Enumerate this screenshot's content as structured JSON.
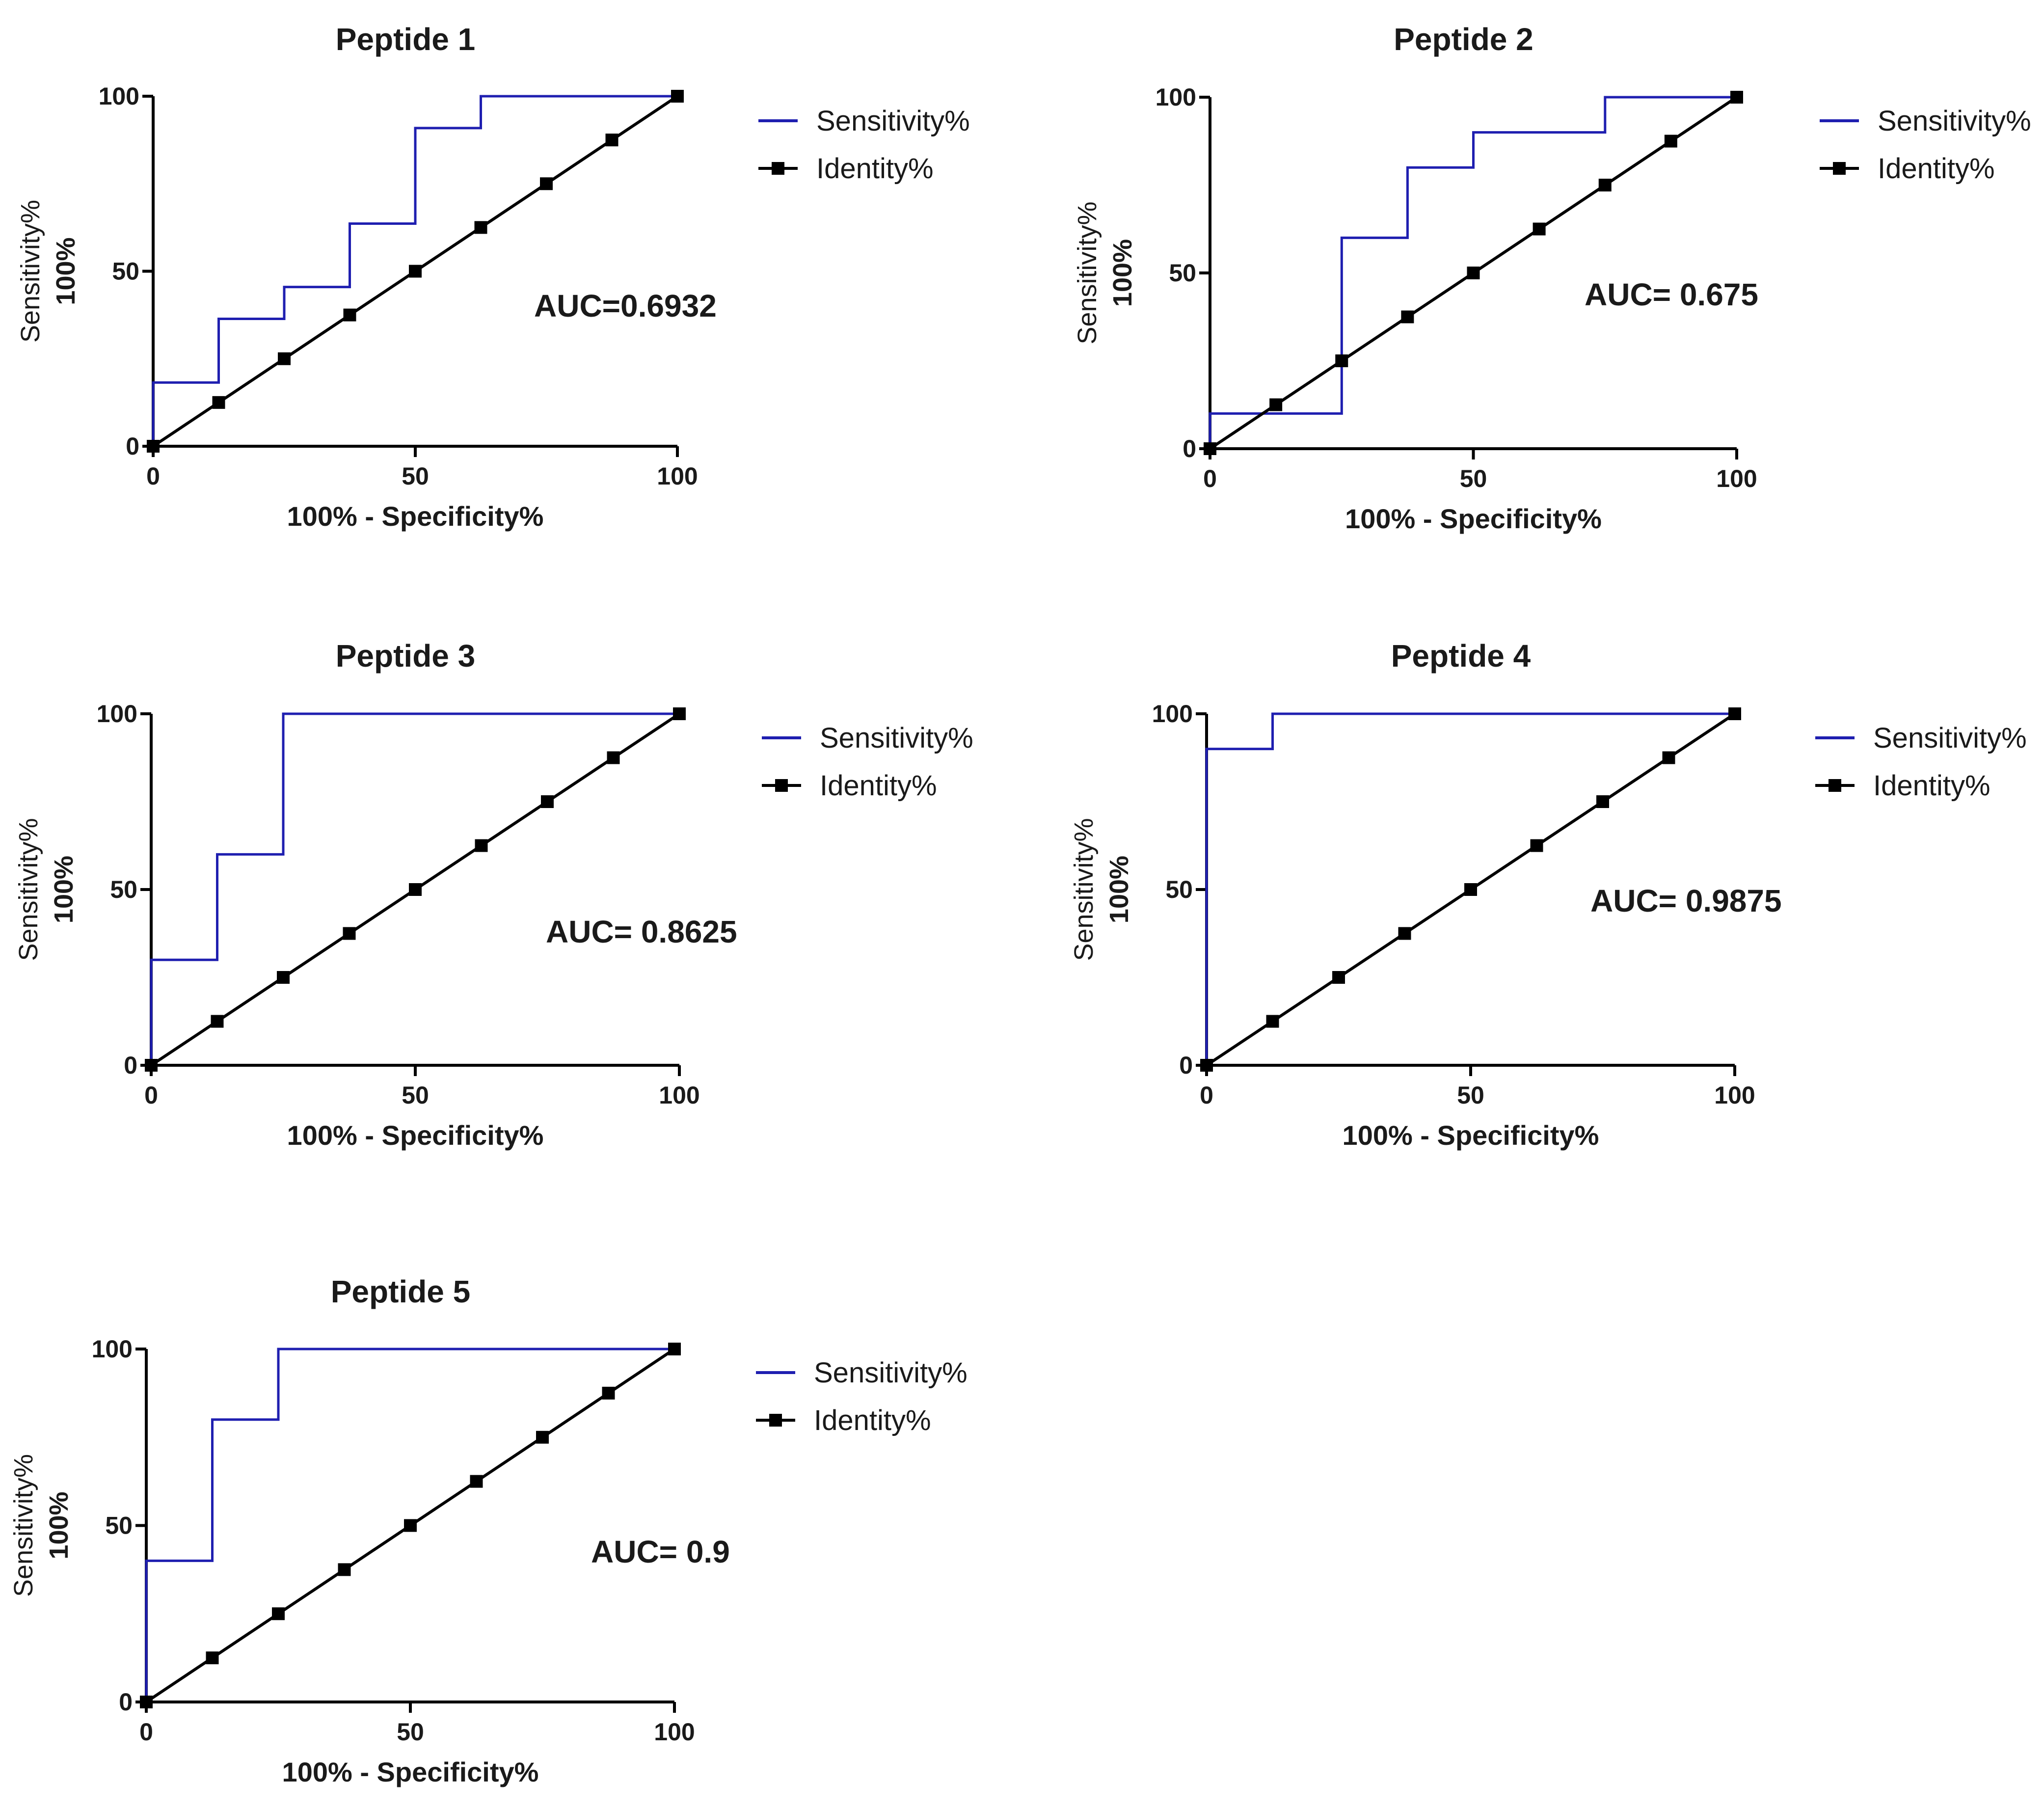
{
  "chart_data": [
    {
      "type": "line",
      "title": "Peptide 1",
      "xlabel": "100% - Specificity%",
      "ylabel": [
        "Sensitivity%",
        "100%"
      ],
      "xlim": [
        0,
        100
      ],
      "ylim": [
        0,
        100
      ],
      "xticks": [
        "0",
        "50",
        "100"
      ],
      "yticks": [
        "0",
        "50",
        "100"
      ],
      "annotation": "AUC=0.6932",
      "legend": [
        "Sensitivity%",
        "Identity%"
      ],
      "legend_position": "right",
      "grid": false,
      "series": [
        {
          "name": "Sensitivity%",
          "color": "#1f1fb0",
          "step": true,
          "x": [
            0,
            0,
            12.5,
            12.5,
            25,
            25,
            37.5,
            37.5,
            50,
            50,
            62.5,
            62.5,
            100
          ],
          "y": [
            0,
            18.2,
            18.2,
            36.4,
            36.4,
            45.5,
            45.5,
            63.6,
            63.6,
            90.9,
            90.9,
            100,
            100
          ]
        },
        {
          "name": "Identity%",
          "color": "#000000",
          "markers": true,
          "x": [
            0,
            12.5,
            25,
            37.5,
            50,
            62.5,
            75,
            87.5,
            100
          ],
          "y": [
            0,
            12.5,
            25,
            37.5,
            50,
            62.5,
            75,
            87.5,
            100
          ]
        }
      ]
    },
    {
      "type": "line",
      "title": "Peptide 2",
      "xlabel": "100% - Specificity%",
      "ylabel": [
        "Sensitivity%",
        "100%"
      ],
      "xlim": [
        0,
        100
      ],
      "ylim": [
        0,
        100
      ],
      "xticks": [
        "0",
        "50",
        "100"
      ],
      "yticks": [
        "0",
        "50",
        "100"
      ],
      "annotation": "AUC= 0.675",
      "legend": [
        "Sensitivity%",
        "Identity%"
      ],
      "legend_position": "right",
      "grid": false,
      "series": [
        {
          "name": "Sensitivity%",
          "color": "#1f1fb0",
          "step": true,
          "x": [
            0,
            0,
            25,
            25,
            37.5,
            37.5,
            50,
            50,
            75,
            75,
            100
          ],
          "y": [
            0,
            10,
            10,
            60,
            60,
            80,
            80,
            90,
            90,
            100,
            100
          ]
        },
        {
          "name": "Identity%",
          "color": "#000000",
          "markers": true,
          "x": [
            0,
            12.5,
            25,
            37.5,
            50,
            62.5,
            75,
            87.5,
            100
          ],
          "y": [
            0,
            12.5,
            25,
            37.5,
            50,
            62.5,
            75,
            87.5,
            100
          ]
        }
      ]
    },
    {
      "type": "line",
      "title": "Peptide 3",
      "xlabel": "100% - Specificity%",
      "ylabel": [
        "Sensitivity%",
        "100%"
      ],
      "xlim": [
        0,
        100
      ],
      "ylim": [
        0,
        100
      ],
      "xticks": [
        "0",
        "50",
        "100"
      ],
      "yticks": [
        "0",
        "50",
        "100"
      ],
      "annotation": "AUC= 0.8625",
      "legend": [
        "Sensitivity%",
        "Identity%"
      ],
      "legend_position": "right",
      "grid": false,
      "series": [
        {
          "name": "Sensitivity%",
          "color": "#1f1fb0",
          "step": true,
          "x": [
            0,
            0,
            12.5,
            12.5,
            25,
            25,
            100
          ],
          "y": [
            0,
            30,
            30,
            60,
            60,
            100,
            100
          ]
        },
        {
          "name": "Identity%",
          "color": "#000000",
          "markers": true,
          "x": [
            0,
            12.5,
            25,
            37.5,
            50,
            62.5,
            75,
            87.5,
            100
          ],
          "y": [
            0,
            12.5,
            25,
            37.5,
            50,
            62.5,
            75,
            87.5,
            100
          ]
        }
      ]
    },
    {
      "type": "line",
      "title": "Peptide 4",
      "xlabel": "100% - Specificity%",
      "ylabel": [
        "Sensitivity%",
        "100%"
      ],
      "xlim": [
        0,
        100
      ],
      "ylim": [
        0,
        100
      ],
      "xticks": [
        "0",
        "50",
        "100"
      ],
      "yticks": [
        "0",
        "50",
        "100"
      ],
      "annotation": "AUC= 0.9875",
      "legend": [
        "Sensitivity%",
        "Identity%"
      ],
      "legend_position": "right",
      "grid": false,
      "series": [
        {
          "name": "Sensitivity%",
          "color": "#1f1fb0",
          "step": true,
          "x": [
            0,
            0,
            12.5,
            12.5,
            100
          ],
          "y": [
            0,
            90,
            90,
            100,
            100
          ]
        },
        {
          "name": "Identity%",
          "color": "#000000",
          "markers": true,
          "x": [
            0,
            12.5,
            25,
            37.5,
            50,
            62.5,
            75,
            87.5,
            100
          ],
          "y": [
            0,
            12.5,
            25,
            37.5,
            50,
            62.5,
            75,
            87.5,
            100
          ]
        }
      ]
    },
    {
      "type": "line",
      "title": "Peptide 5",
      "xlabel": "100% - Specificity%",
      "ylabel": [
        "Sensitivity%",
        "100%"
      ],
      "xlim": [
        0,
        100
      ],
      "ylim": [
        0,
        100
      ],
      "xticks": [
        "0",
        "50",
        "100"
      ],
      "yticks": [
        "0",
        "50",
        "100"
      ],
      "annotation": "AUC= 0.9",
      "legend": [
        "Sensitivity%",
        "Identity%"
      ],
      "legend_position": "right",
      "grid": false,
      "series": [
        {
          "name": "Sensitivity%",
          "color": "#1f1fb0",
          "step": true,
          "x": [
            0,
            0,
            12.5,
            12.5,
            25,
            25,
            100
          ],
          "y": [
            0,
            40,
            40,
            80,
            80,
            100,
            100
          ]
        },
        {
          "name": "Identity%",
          "color": "#000000",
          "markers": true,
          "x": [
            0,
            12.5,
            25,
            37.5,
            50,
            62.5,
            75,
            87.5,
            100
          ],
          "y": [
            0,
            12.5,
            25,
            37.5,
            50,
            62.5,
            75,
            87.5,
            100
          ]
        }
      ]
    }
  ]
}
